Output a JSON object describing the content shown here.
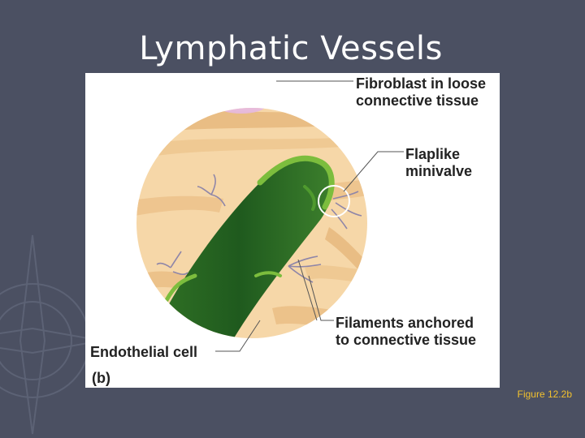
{
  "slide": {
    "title": "Lymphatic Vessels",
    "figure_number": "Figure 12.2b"
  },
  "diagram": {
    "labels": {
      "fibroblast_line1": "Fibroblast in loose",
      "fibroblast_line2": "connective tissue",
      "flaplike_line1": "Flaplike",
      "flaplike_line2": "minivalve",
      "filaments_line1": "Filaments anchored",
      "filaments_line2": "to connective tissue",
      "endothelial": "Endothelial cell",
      "panel": "(b)"
    }
  },
  "colors": {
    "background": "#4b5062",
    "vessel_dark": "#1f5a1e",
    "vessel_light": "#7cbd3d",
    "tissue": "#f6d7a8",
    "fibroblast": "#e6b8e0",
    "figure_number": "#f2c12e"
  }
}
